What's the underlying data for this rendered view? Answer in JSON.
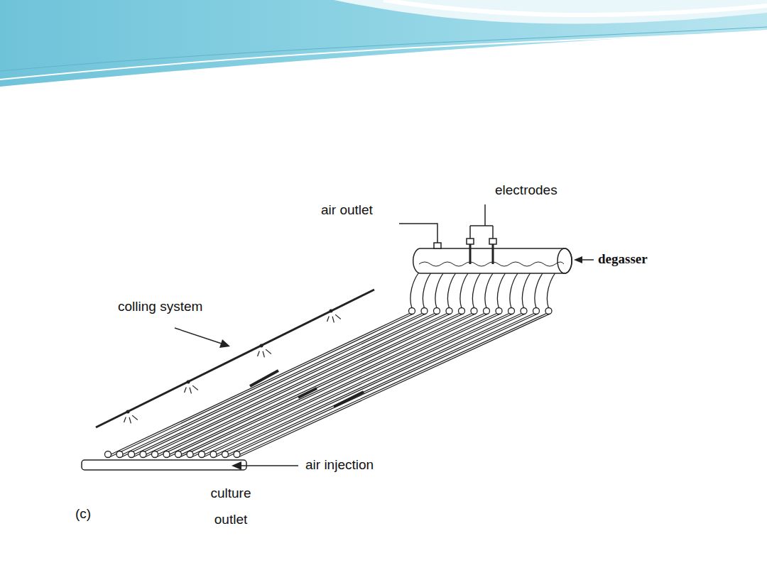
{
  "diagram": {
    "labels": [
      "electrodes",
      "air outlet",
      "degasser",
      "colling system",
      "air injection",
      "culture outlet",
      "(c)"
    ]
  }
}
